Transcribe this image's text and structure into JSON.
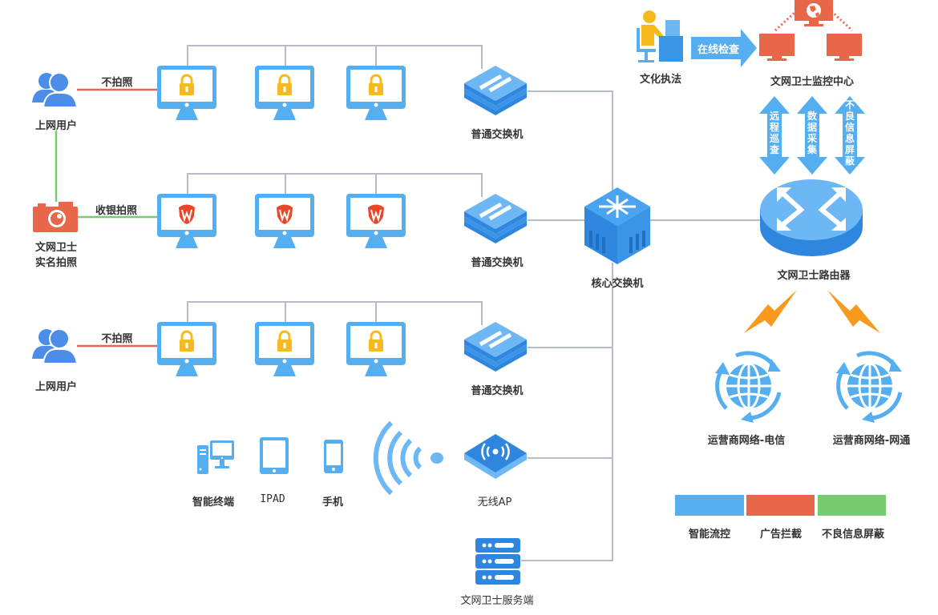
{
  "diagram": {
    "users": [
      {
        "label": "上网用户",
        "link_label": "不拍照"
      },
      {
        "label": "上网用户",
        "link_label": "不拍照"
      }
    ],
    "camera": {
      "label_line1": "文网卫士",
      "label_line2": "实名拍照",
      "link_label": "收银拍照"
    },
    "switches": [
      {
        "label": "普通交换机"
      },
      {
        "label": "普通交换机"
      },
      {
        "label": "普通交换机"
      }
    ],
    "core_switch": {
      "label": "核心交换机"
    },
    "router": {
      "label": "文网卫士路由器"
    },
    "wireless_ap": {
      "label": "无线AP"
    },
    "server": {
      "label": "文网卫士服务端"
    },
    "terminals": [
      {
        "label": "智能终端"
      },
      {
        "label": "IPAD"
      },
      {
        "label": "手机"
      }
    ],
    "law_enforcement": {
      "label": "文化执法",
      "arrow_label": "在线检查"
    },
    "monitor_center": {
      "label": "文网卫士监控中心"
    },
    "vertical_arrows": [
      {
        "label": "远程巡查"
      },
      {
        "label": "数据采集"
      },
      {
        "label": "不良信息屏蔽"
      }
    ],
    "isps": [
      {
        "label": "运营商网络-电信"
      },
      {
        "label": "运营商网络-网通"
      }
    ],
    "legend": [
      {
        "label": "智能流控",
        "color": "#55AEF0"
      },
      {
        "label": "广告拦截",
        "color": "#E8674A"
      },
      {
        "label": "不良信息屏蔽",
        "color": "#77CB70"
      }
    ]
  },
  "colors": {
    "line": "#B6BDC9",
    "red_link": "#E8674A",
    "green_link": "#77CB70",
    "monitor_blue": "#55AEF0",
    "lock_yellow": "#F7BA1E",
    "shield_red": "#E8472A",
    "user_blue": "#4B8DE8",
    "bolt_orange": "#F79A1E"
  }
}
